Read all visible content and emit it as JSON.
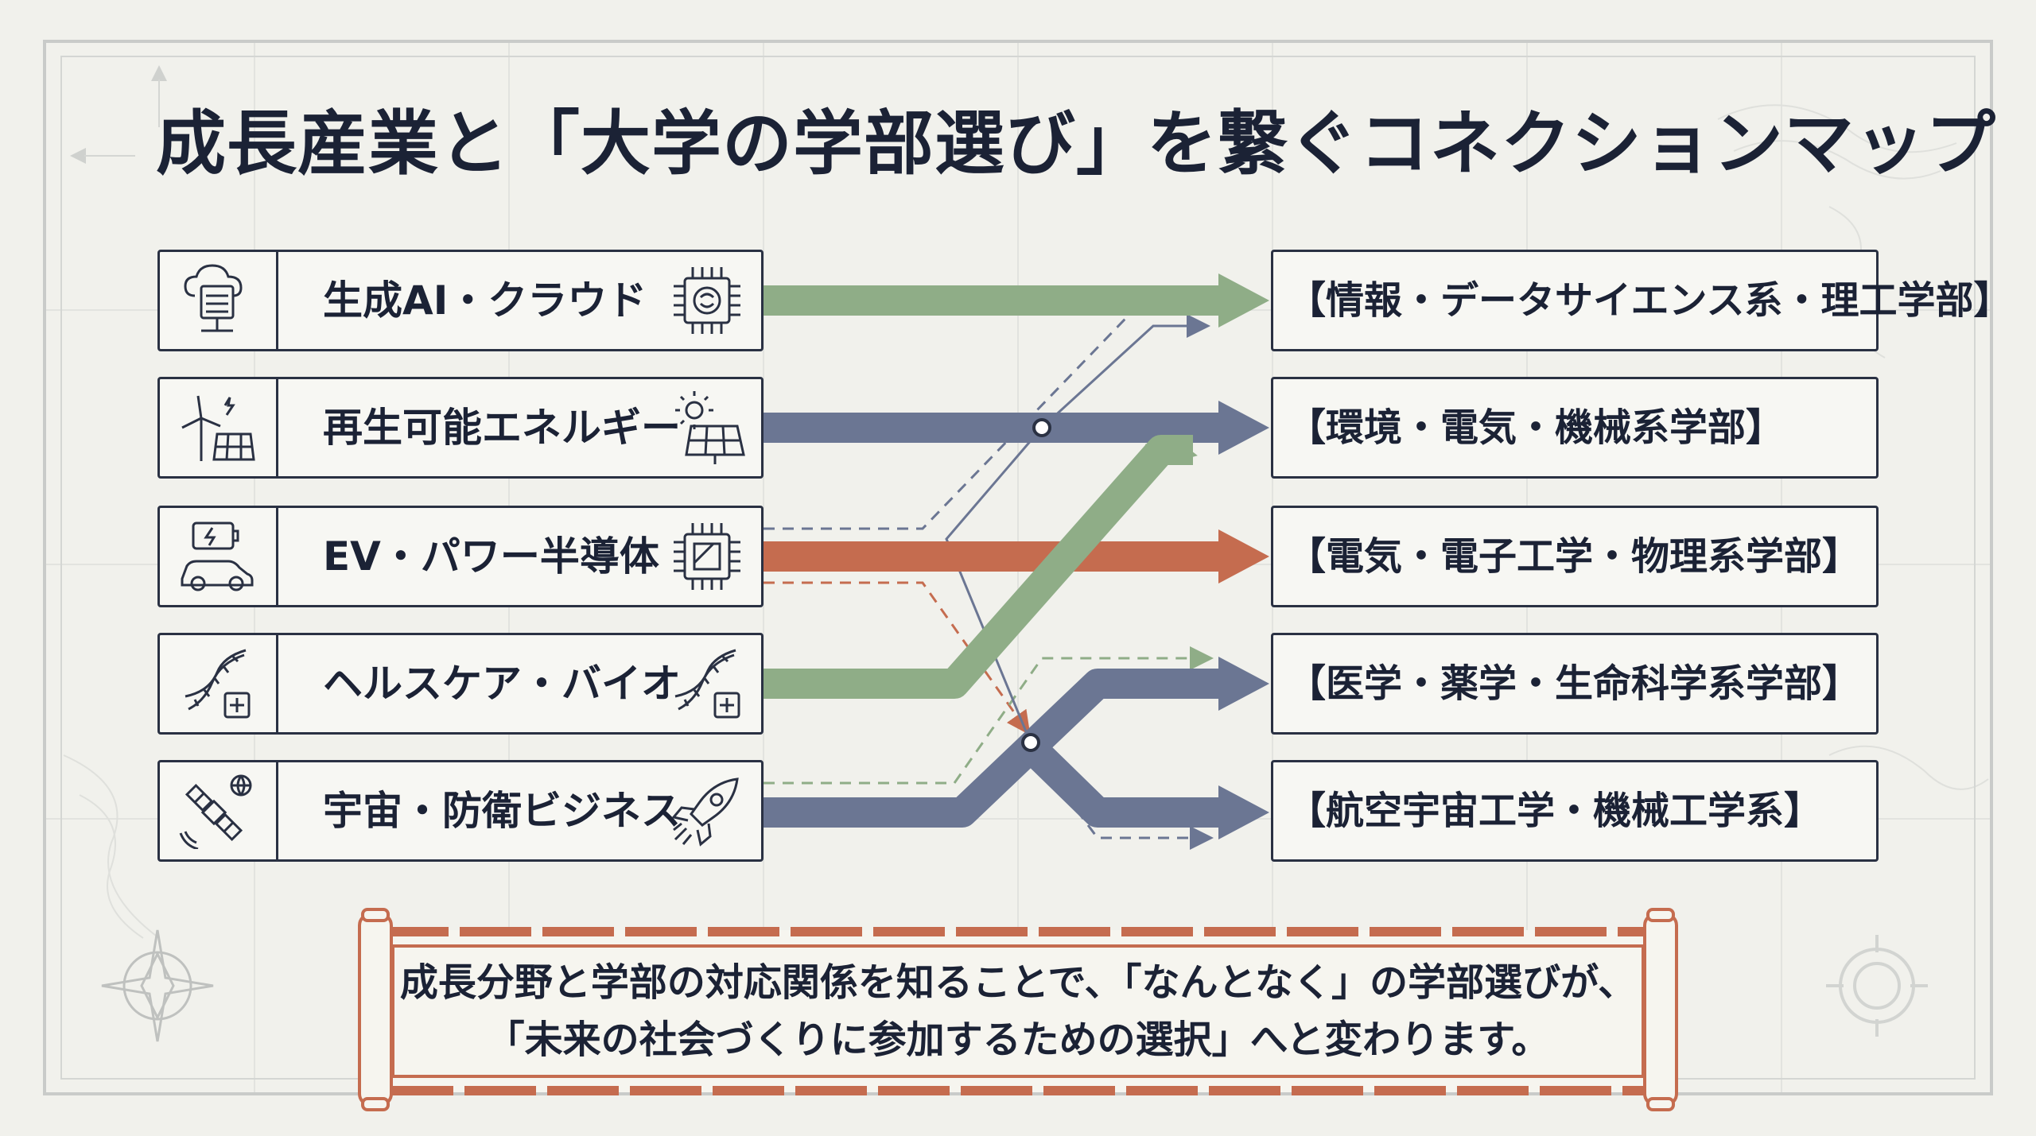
{
  "title": "成長産業と「大学の学部選び」を繋ぐコネクションマップ",
  "colors": {
    "green": "#8fad87",
    "blue": "#6b7693",
    "orange": "#c56c4f",
    "ink": "#1b2235",
    "background": "#f1f1ec"
  },
  "industries": [
    {
      "label": "生成AI・クラウド",
      "left_icon": "cloud-server-icon",
      "right_icon": "ai-chip-icon"
    },
    {
      "label": "再生可能エネルギー",
      "left_icon": "wind-solar-icon",
      "right_icon": "solar-panel-icon"
    },
    {
      "label": "EV・パワー半導体",
      "left_icon": "battery-car-icon",
      "right_icon": "semiconductor-chip-icon"
    },
    {
      "label": "ヘルスケア・バイオ",
      "left_icon": "dna-plus-icon",
      "right_icon": "dna-plus-icon"
    },
    {
      "label": "宇宙・防衛ビジネス",
      "left_icon": "satellite-icon",
      "right_icon": "rocket-icon"
    }
  ],
  "faculties": [
    {
      "label": "【情報・データサイエンス系・理工学部】"
    },
    {
      "label": "【環境・電気・機械系学部】"
    },
    {
      "label": "【電気・電子工学・物理系学部】"
    },
    {
      "label": "【医学・薬学・生命科学系学部】"
    },
    {
      "label": "【航空宇宙工学・機械工学系】"
    }
  ],
  "message": {
    "line1": "成長分野と学部の対応関係を知ることで、「なんとなく」の学部選びが、",
    "line2": "「未来の社会づくりに参加するための選択」へと変わります。"
  }
}
